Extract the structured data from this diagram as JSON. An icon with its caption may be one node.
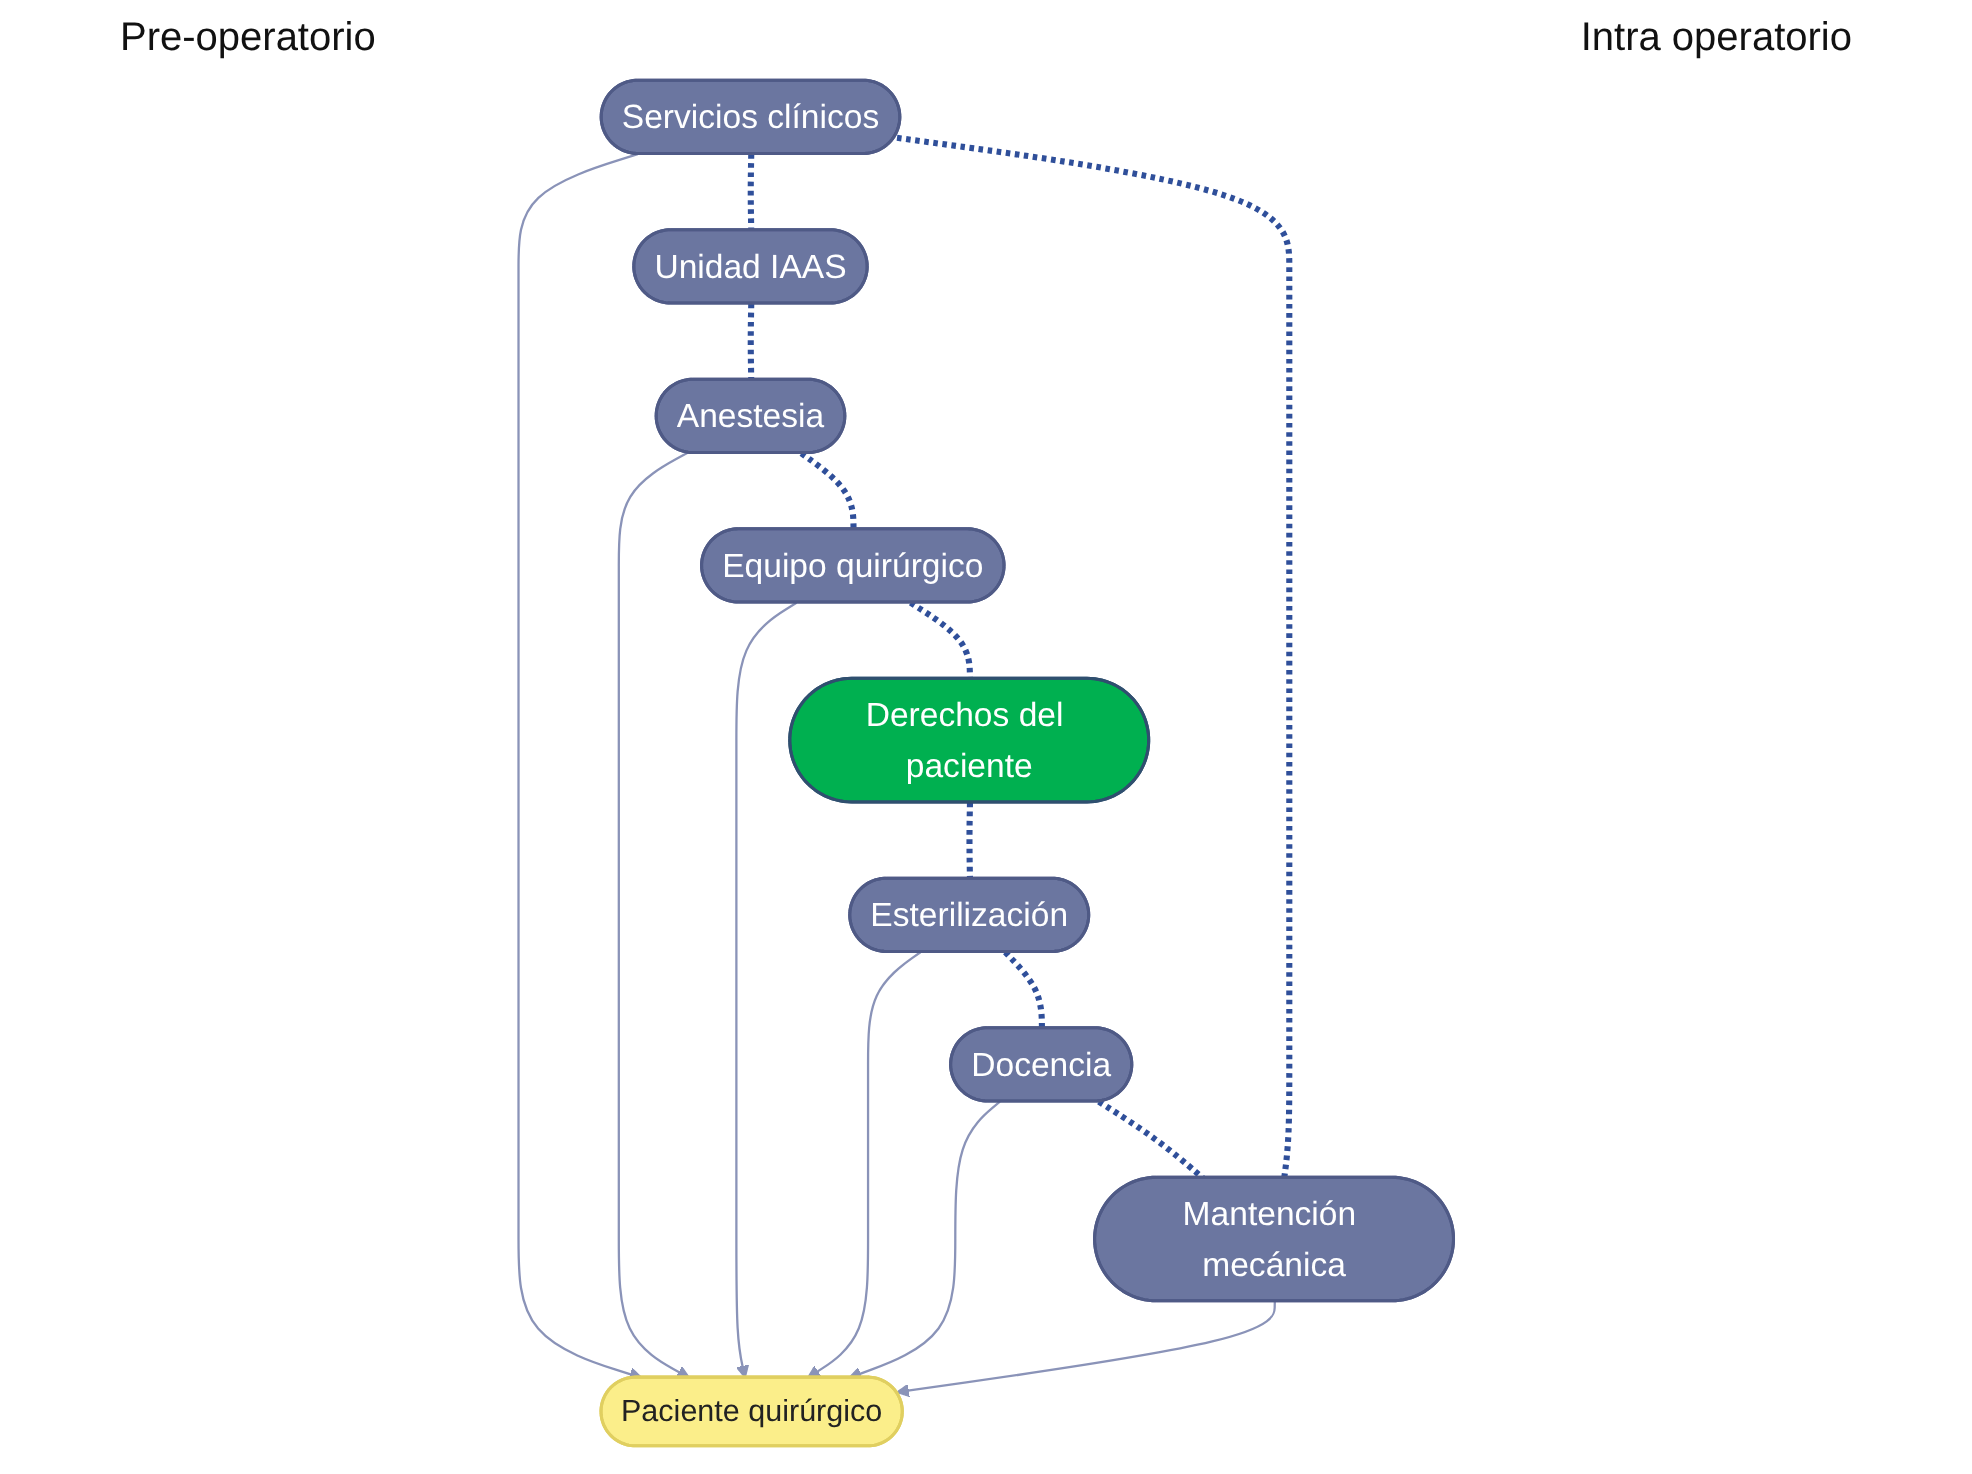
{
  "diagram": {
    "nodes": [
      {
        "text": [
          "Servicios clínicos"
        ]
      },
      {
        "text": [
          "Unidad IAAS"
        ]
      },
      {
        "text": [
          "Anestesia"
        ]
      },
      {
        "text": [
          "Mantención mecánica"
        ]
      },
      {
        "text": [
          "Paciente quirúrgico"
        ]
      },
      {
        "text": [
          "Equipo quirúrgico"
        ]
      },
      {
        "text": [
          "Docencia"
        ]
      },
      {
        "text": [
          "Esterilización"
        ]
      },
      {
        "text": [
          "Derechos del paciente"
        ]
      }
    ],
    "edges": [
      {
        "from": 0,
        "to": 4,
        "arrow": "to",
        "color": "#8a93b8"
      },
      {
        "from": 2,
        "to": 4,
        "arrow": "to",
        "color": "#8a93b8"
      },
      {
        "from": 3,
        "to": 4,
        "arrow": "to",
        "color": "#8a93b8"
      },
      {
        "from": 5,
        "to": 4,
        "arrow": "to",
        "color": "#8a93b8"
      },
      {
        "from": 6,
        "to": 4,
        "arrow": "to",
        "color": "#8a93b8"
      },
      {
        "from": 7,
        "to": 4,
        "arrow": "to",
        "color": "#8a93b8"
      },
      {
        "from": 0,
        "to": 1,
        "arrow": "none",
        "style": "dashed"
      },
      {
        "from": 1,
        "to": 2,
        "arrow": "none",
        "style": "dashed"
      },
      {
        "from": 2,
        "to": 5,
        "arrow": "none",
        "style": "dashed"
      },
      {
        "from": 5,
        "to": 8,
        "arrow": "none",
        "style": "dashed"
      },
      {
        "from": 8,
        "to": 7,
        "arrow": "none",
        "style": "dashed"
      },
      {
        "from": 7,
        "to": 6,
        "arrow": "none",
        "style": "dashed"
      },
      {
        "from": 6,
        "to": 3,
        "arrow": "none",
        "style": "dashed"
      },
      {
        "from": 3,
        "to": 0,
        "arrow": "none",
        "style": "dashed"
      }
    ],
    "labels": [
      "Pre-operatorio",
      "Intra operatorio"
    ]
  }
}
